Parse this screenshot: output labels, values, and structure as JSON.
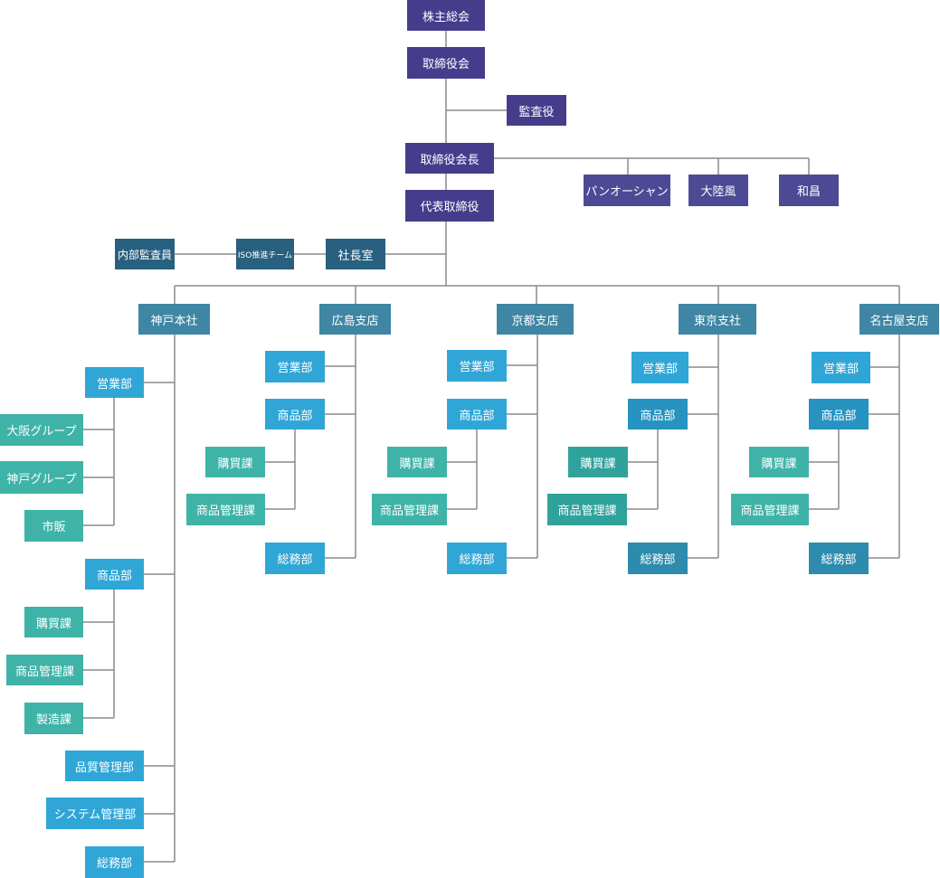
{
  "governance": {
    "shareholders_meeting": "株主総会",
    "board": "取締役会",
    "auditor": "監査役",
    "chairman": "取締役会長",
    "ceo": "代表取締役"
  },
  "affiliates": [
    "パンオーシャン",
    "大陸風",
    "和昌"
  ],
  "staff": {
    "president_office": "社長室",
    "iso_team": "ISO推進チーム",
    "internal_auditor": "内部監査員"
  },
  "branches": [
    "神戸本社",
    "広島支店",
    "京都支店",
    "東京支社",
    "名古屋支店"
  ],
  "kobe": {
    "sales": "営業部",
    "sales_groups": [
      "大阪グループ",
      "神戸グループ",
      "市販"
    ],
    "products": "商品部",
    "product_sections": [
      "購買課",
      "商品管理課",
      "製造課"
    ],
    "quality": "品質管理部",
    "system": "システム管理部",
    "general": "総務部"
  },
  "branch_depts": {
    "sales": "営業部",
    "products": "商品部",
    "purchasing": "購買課",
    "product_mgmt": "商品管理課",
    "general": "総務部"
  }
}
